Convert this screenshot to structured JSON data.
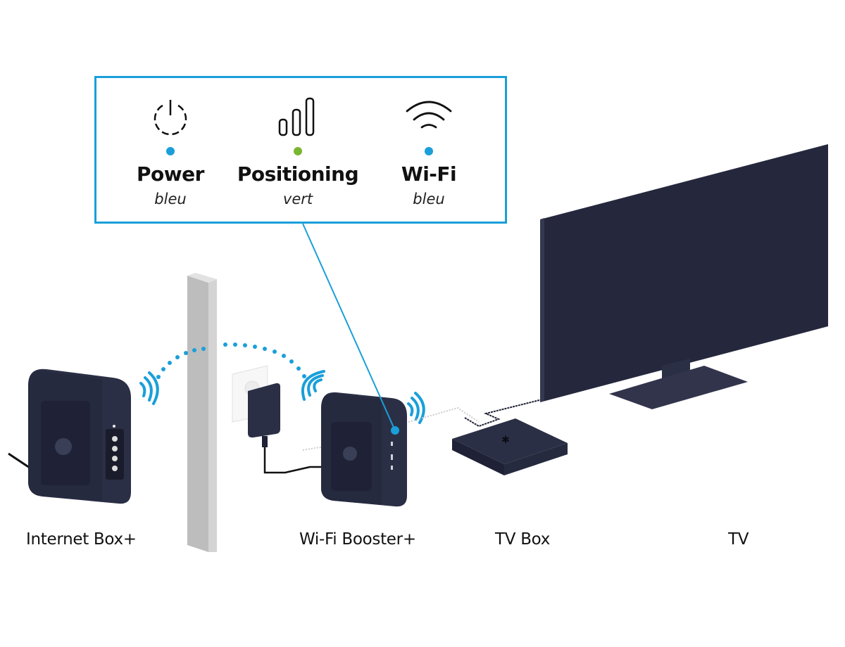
{
  "callout": {
    "border_color": "#1a9fd9",
    "indicators": [
      {
        "icon": "power-icon",
        "name": "Power",
        "color_label": "bleu",
        "led_color": "#1a9fd9"
      },
      {
        "icon": "signal-bars-icon",
        "name": "Positioning",
        "color_label": "vert",
        "led_color": "#7ab632"
      },
      {
        "icon": "wifi-icon",
        "name": "Wi-Fi",
        "color_label": "bleu",
        "led_color": "#1a9fd9"
      }
    ]
  },
  "devices": [
    {
      "id": "internet-box",
      "label": "Internet Box+"
    },
    {
      "id": "wifi-booster",
      "label": "Wi-Fi Booster+"
    },
    {
      "id": "tv-box",
      "label": "TV Box"
    },
    {
      "id": "tv",
      "label": "TV"
    }
  ],
  "colors": {
    "device_body": "#2b2f45",
    "device_dark": "#1f2236",
    "wifi_signal": "#1a9fd9",
    "wall": "#bdbdbd"
  }
}
